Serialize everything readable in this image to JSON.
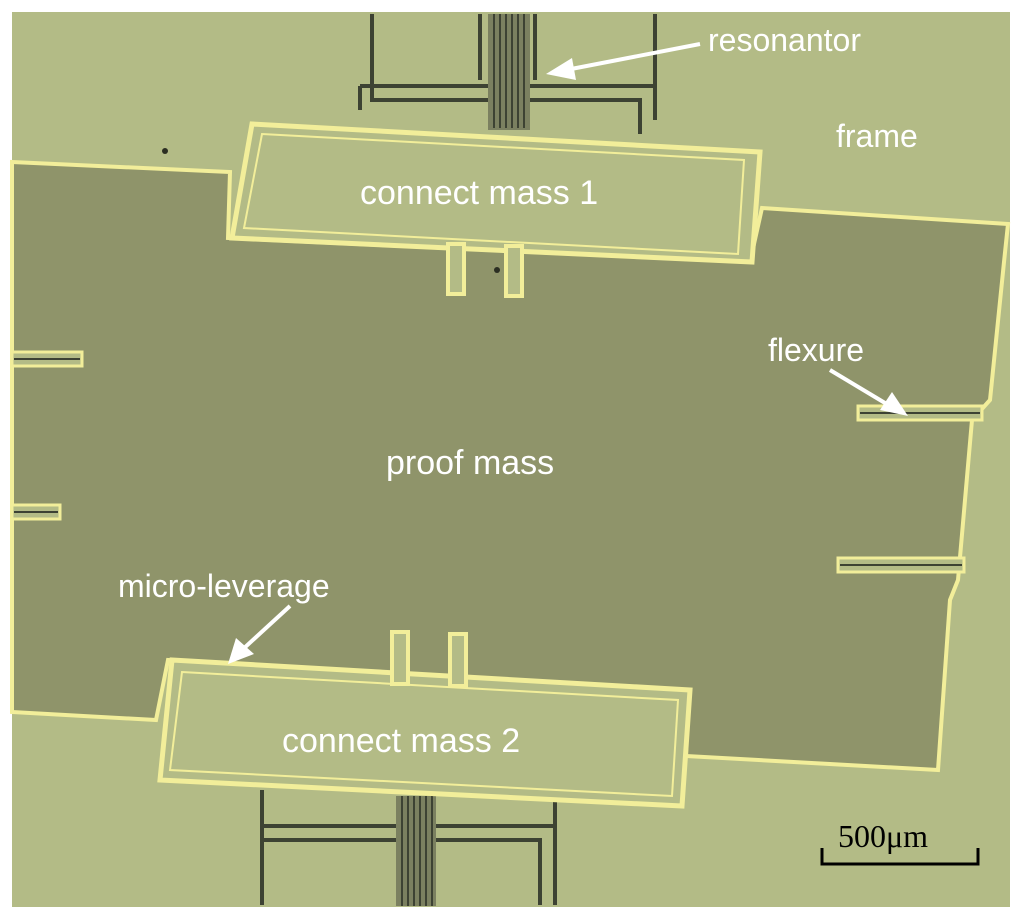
{
  "image": {
    "description_kind": "optical micrograph of a MEMS resonant accelerometer",
    "colors": {
      "frame": "#b3bb86",
      "proof_mass": "#8f946a",
      "etch_outline": "#f2ee9a",
      "dark_trench": "#3d4233"
    }
  },
  "labels": {
    "resonator": "resonantor",
    "frame": "frame",
    "connect_mass_1": "connect mass 1",
    "flexure": "flexure",
    "proof_mass": "proof mass",
    "micro_leverage": "micro-leverage",
    "connect_mass_2": "connect mass 2"
  },
  "scale_bar": {
    "label": "500μm",
    "color": "#000000"
  }
}
